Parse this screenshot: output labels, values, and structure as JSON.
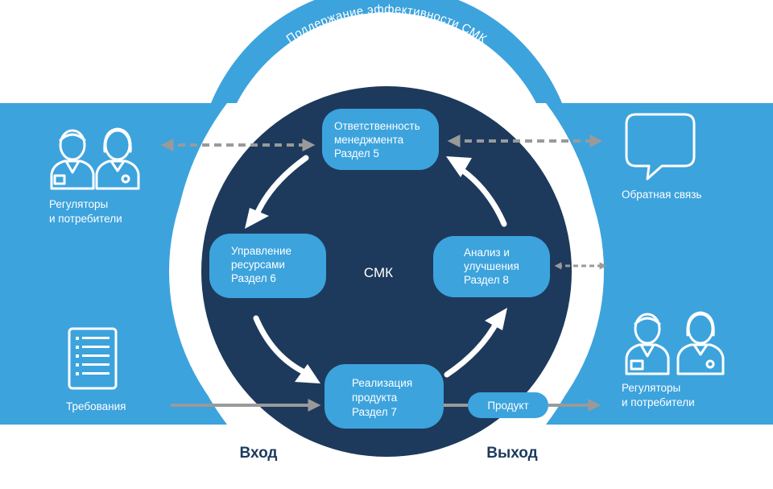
{
  "colors": {
    "brand_blue": "#3ca3dd",
    "navy": "#1d3a5c",
    "arrow_gray": "#9a9a9a",
    "white": "#ffffff"
  },
  "arc_title": "Поддержание эффективности СМК",
  "center_label": "СМК",
  "nodes": {
    "management": [
      "Ответственность",
      "менеджмента",
      "Раздел 5"
    ],
    "resources": [
      "Управление",
      "ресурсами",
      "Раздел 6"
    ],
    "realization": [
      "Реализация",
      "продукта",
      "Раздел 7"
    ],
    "analysis": [
      "Анализ и",
      "улучшения",
      "Раздел 8"
    ]
  },
  "product_label": "Продукт",
  "left": {
    "top_label": [
      "Регуляторы",
      "и потребители"
    ],
    "bottom_label": "Требования",
    "top_icon": "people-icon",
    "bottom_icon": "document-list-icon"
  },
  "right": {
    "top_label": "Обратная связь",
    "bottom_label": [
      "Регуляторы",
      "и потребители"
    ],
    "top_icon": "speech-bubble-icon",
    "bottom_icon": "people-icon"
  },
  "footer": {
    "input": "Вход",
    "output": "Выход"
  }
}
